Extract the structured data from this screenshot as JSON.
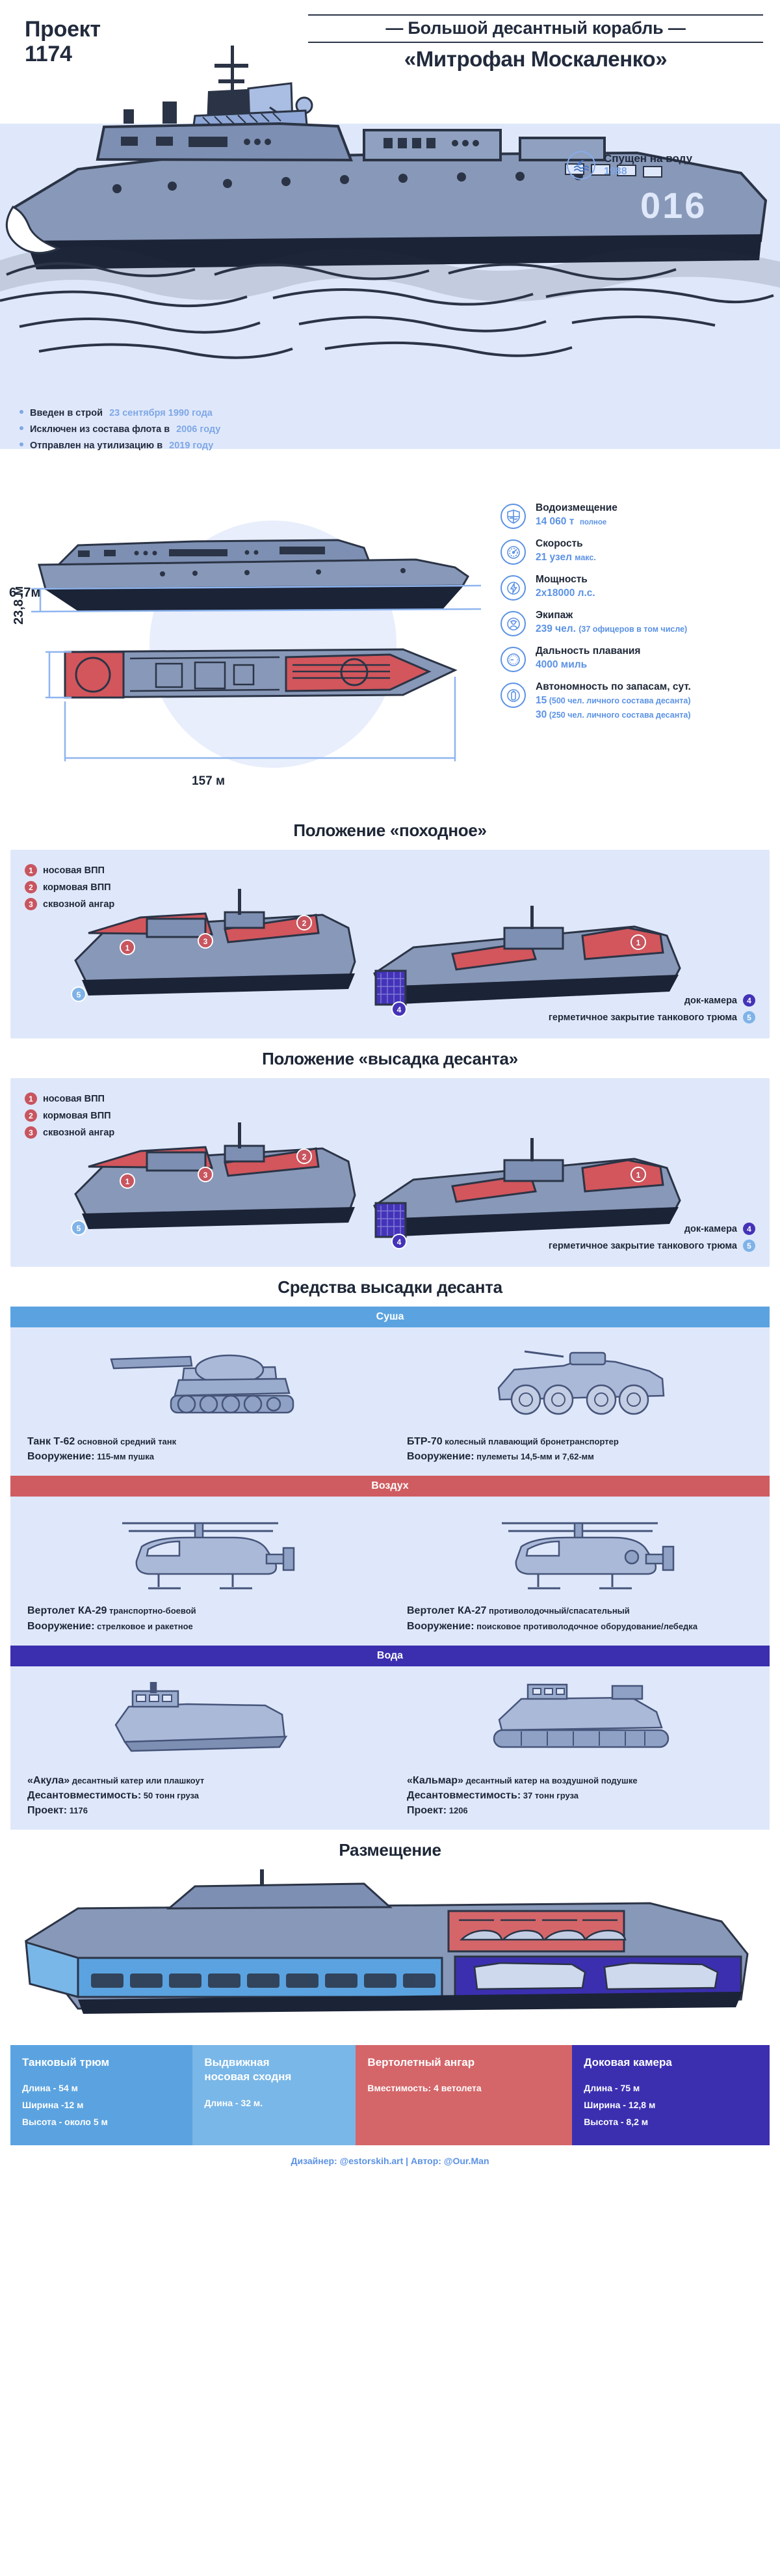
{
  "header": {
    "project_label": "Проект\n1174",
    "project_line1": "Проект",
    "project_line2": "1174",
    "kicker": "— Большой десантный корабль —",
    "ship_name": "«Митрофан Москаленко»"
  },
  "launch": {
    "icon": "wave-icon",
    "label": "Спущен на воду",
    "year": "1988"
  },
  "hull_number": "016",
  "facts": [
    {
      "text": "Введен в строй ",
      "highlight": "23 сентября 1990 года"
    },
    {
      "text": "Исключен из состава флота в ",
      "highlight": "2006 году"
    },
    {
      "text": "Отправлен на утилизацию в ",
      "highlight": "2019 году"
    }
  ],
  "dimensions": {
    "draft": "6 ,7м",
    "beam": "23,8 м",
    "length": "157 м"
  },
  "specs": [
    {
      "icon": "shield-waves-icon",
      "name": "Водоизмещение",
      "value": "14 060 т",
      "note": "полное"
    },
    {
      "icon": "speedometer-icon",
      "name": "Скорость",
      "value": "21 узел",
      "note": "макс."
    },
    {
      "icon": "bolt-icon",
      "name": "Мощность",
      "value": "2х18000 л.с.",
      "note": ""
    },
    {
      "icon": "sailor-icon",
      "name": "Экипаж",
      "value": "239 чел.",
      "note": "(37 офицеров в том числе)"
    },
    {
      "icon": "clock-icon",
      "name": "Дальность плавания",
      "value": "4000 миль",
      "note": ""
    },
    {
      "icon": "battery-icon",
      "name": "Автономность по запасам, сут.",
      "value": "",
      "note": "",
      "lines": [
        "15 (500 чел. личного состава десанта)",
        "30 (250 чел. личного состава десанта)"
      ],
      "line_nums": [
        "15",
        "30"
      ],
      "line_rest": [
        " (500 чел. личного состава десанта)",
        " (250 чел. личного состава десанта)"
      ]
    }
  ],
  "positions": [
    {
      "title": "Положение «походное»",
      "legend_left": [
        {
          "n": "1",
          "color": "red",
          "label": "носовая ВПП"
        },
        {
          "n": "2",
          "color": "red",
          "label": "кормовая ВПП"
        },
        {
          "n": "3",
          "color": "red",
          "label": "сквозной ангар"
        }
      ],
      "legend_right": [
        {
          "n": "4",
          "color": "purple",
          "label": "док-камера"
        },
        {
          "n": "5",
          "color": "blue",
          "label": "герметичное закрытие танкового трюма"
        }
      ]
    },
    {
      "title": "Положение «высадка десанта»",
      "legend_left": [
        {
          "n": "1",
          "color": "red",
          "label": "носовая ВПП"
        },
        {
          "n": "2",
          "color": "red",
          "label": "кормовая ВПП"
        },
        {
          "n": "3",
          "color": "red",
          "label": "сквозной ангар"
        }
      ],
      "legend_right": [
        {
          "n": "4",
          "color": "purple",
          "label": "док-камера"
        },
        {
          "n": "5",
          "color": "blue",
          "label": "герметичное закрытие танкового трюма"
        }
      ]
    }
  ],
  "landing": {
    "title": "Средства высадки десанта",
    "groups": [
      {
        "band": "Суша",
        "band_color": "#5ba3e0",
        "cards": [
          {
            "art": "tank-icon",
            "name": "Танк Т-62",
            "desc": " основной средний танк",
            "line2_label": "Вооружение:",
            "line2_value": " 115-мм пушка"
          },
          {
            "art": "apc-icon",
            "name": "БТР-70",
            "desc": " колесный плавающий бронетранспортер",
            "line2_label": "Вооружение:",
            "line2_value": " пулеметы 14,5-мм и 7,62-мм"
          }
        ]
      },
      {
        "band": "Воздух",
        "band_color": "#cf5c60",
        "cards": [
          {
            "art": "helicopter-icon",
            "name": "Вертолет КА-29",
            "desc": " транспортно-боевой",
            "line2_label": "Вооружение:",
            "line2_value": " стрелковое и ракетное"
          },
          {
            "art": "helicopter-icon",
            "name": "Вертолет КА-27",
            "desc": " противолодочный/спасательный",
            "line2_label": "Вооружение:",
            "line2_value": " поисковое противолодочное оборудование/лебедка"
          }
        ]
      },
      {
        "band": "Вода",
        "band_color": "#3b2fb0",
        "cards": [
          {
            "art": "landing-craft-icon",
            "name": "«Акула»",
            "desc": " десантный катер или плашкоут",
            "line2_label": "Десантовместимость:",
            "line2_value": " 50 тонн груза",
            "line3_label": "Проект:",
            "line3_value": " 1176"
          },
          {
            "art": "hovercraft-icon",
            "name": "«Кальмар»",
            "desc": " десантный катер на воздушной подушке",
            "line2_label": "Десантовместимость:",
            "line2_value": " 37 тонн груза",
            "line3_label": "Проект:",
            "line3_value": " 1206"
          }
        ]
      }
    ]
  },
  "placement": {
    "title": "Размещение",
    "columns": [
      {
        "title": "Танковый трюм",
        "color": "#5ba3e0",
        "lines": [
          "Длина - 54 м",
          "Ширина -12 м",
          "Высота - около 5 м"
        ]
      },
      {
        "title": "Выдвижная\nносовая сходня",
        "title_l1": "Выдвижная",
        "title_l2": "носовая сходня",
        "color": "#79b7e8",
        "lines": [
          "Длина - 32 м."
        ]
      },
      {
        "title": "Вертолетный ангар",
        "color": "#d4666a",
        "lines": [
          "Вместимость: 4 ветолета"
        ]
      },
      {
        "title": "Доковая камера",
        "color": "#3b2fb0",
        "lines": [
          "Длина - 75 м",
          "Ширина - 12,8 м",
          "Высота - 8,2 м"
        ]
      }
    ]
  },
  "credits": "Дизайнер: @estorskih.art | Автор: @Our.Man",
  "palette": {
    "ink": "#1d2636",
    "accent_blue": "#5b92e5",
    "light_blue_panel": "#dfe8fa",
    "red": "#c8555f",
    "purple": "#4433b8"
  }
}
